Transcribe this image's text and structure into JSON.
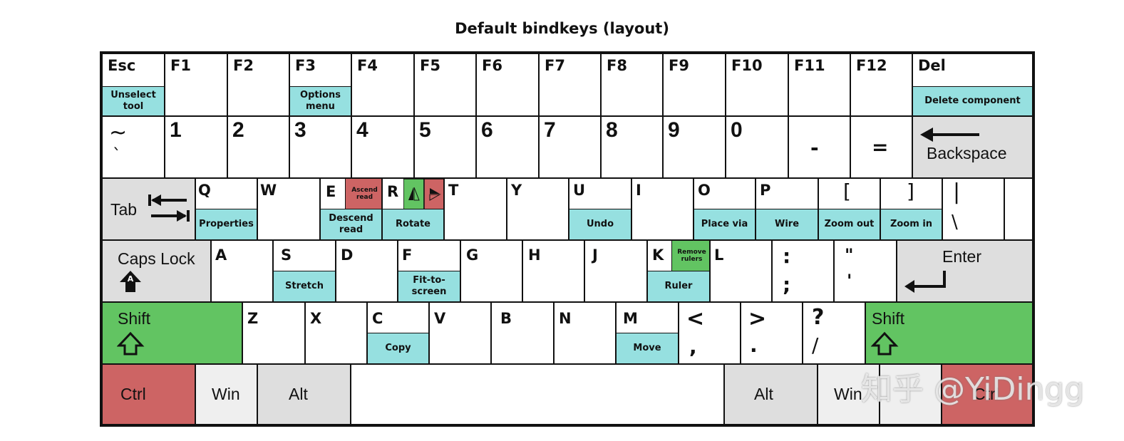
{
  "title": "Default bindkeys (layout)",
  "colors": {
    "action": "#96e0e0",
    "green": "#62c462",
    "red": "#cd6464",
    "gray": "#dedede",
    "lightgray": "#efefef"
  },
  "row_fn": {
    "esc": "Esc",
    "esc_action": "Unselect\ntool",
    "f1": "F1",
    "f2": "F2",
    "f3": "F3",
    "f3_action": "Options\nmenu",
    "f4": "F4",
    "f5": "F5",
    "f6": "F6",
    "f7": "F7",
    "f8": "F8",
    "f9": "F9",
    "f10": "F10",
    "f11": "F11",
    "f12": "F12",
    "del": "Del",
    "del_action": "Delete component"
  },
  "row_num": {
    "tilde_top": "~",
    "tilde_bottom": "`",
    "k1": "1",
    "k2": "2",
    "k3": "3",
    "k4": "4",
    "k5": "5",
    "k6": "6",
    "k7": "7",
    "k8": "8",
    "k9": "9",
    "k0": "0",
    "minus": "-",
    "equals": "=",
    "backspace": "Backspace"
  },
  "row_q": {
    "tab": "Tab",
    "q": "Q",
    "q_action": "Properties",
    "w": "W",
    "e": "E",
    "e_action": "Descend\nread",
    "e_mini": "Ascend\nread",
    "r": "R",
    "r_action": "Rotate",
    "t": "T",
    "y": "Y",
    "u": "U",
    "u_action": "Undo",
    "i": "I",
    "o": "O",
    "o_action": "Place via",
    "p": "P",
    "p_action": "Wire",
    "lbracket": "[",
    "lbracket_action": "Zoom out",
    "rbracket": "]",
    "rbracket_action": "Zoom in",
    "pipe_top": "|",
    "pipe_bottom": "\\"
  },
  "row_a": {
    "caps": "Caps Lock",
    "caps_icon": "A",
    "a": "A",
    "s": "S",
    "s_action": "Stretch",
    "d": "D",
    "f": "F",
    "f_action": "Fit-to-\nscreen",
    "g": "G",
    "h": "H",
    "j": "J",
    "k": "K",
    "k_action": "Ruler",
    "k_mini": "Remove\nrulers",
    "l": "L",
    "semi_top": ":",
    "semi_bottom": ";",
    "quote_top": "\"",
    "quote_bottom": "'",
    "enter": "Enter"
  },
  "row_z": {
    "shift_l": "Shift",
    "z": "Z",
    "x": "X",
    "c": "C",
    "c_action": "Copy",
    "v": "V",
    "b": "B",
    "n": "N",
    "m": "M",
    "m_action": "Move",
    "comma_top": "<",
    "comma_bottom": ",",
    "period_top": ">",
    "period_bottom": ".",
    "slash_top": "?",
    "slash_bottom": "/",
    "shift_r": "Shift"
  },
  "row_ctrl": {
    "ctrl_l": "Ctrl",
    "win_l": "Win",
    "alt_l": "Alt",
    "alt_r": "Alt",
    "win_r": "Win",
    "ctrl_r": "Ctrl"
  },
  "watermark": "知乎 @YiDingg",
  "icons": [
    "backspace-arrow-icon",
    "tab-arrows-icon",
    "caps-lock-icon",
    "enter-arrow-icon",
    "shift-up-arrow-icon",
    "rotate-flip-icon"
  ]
}
